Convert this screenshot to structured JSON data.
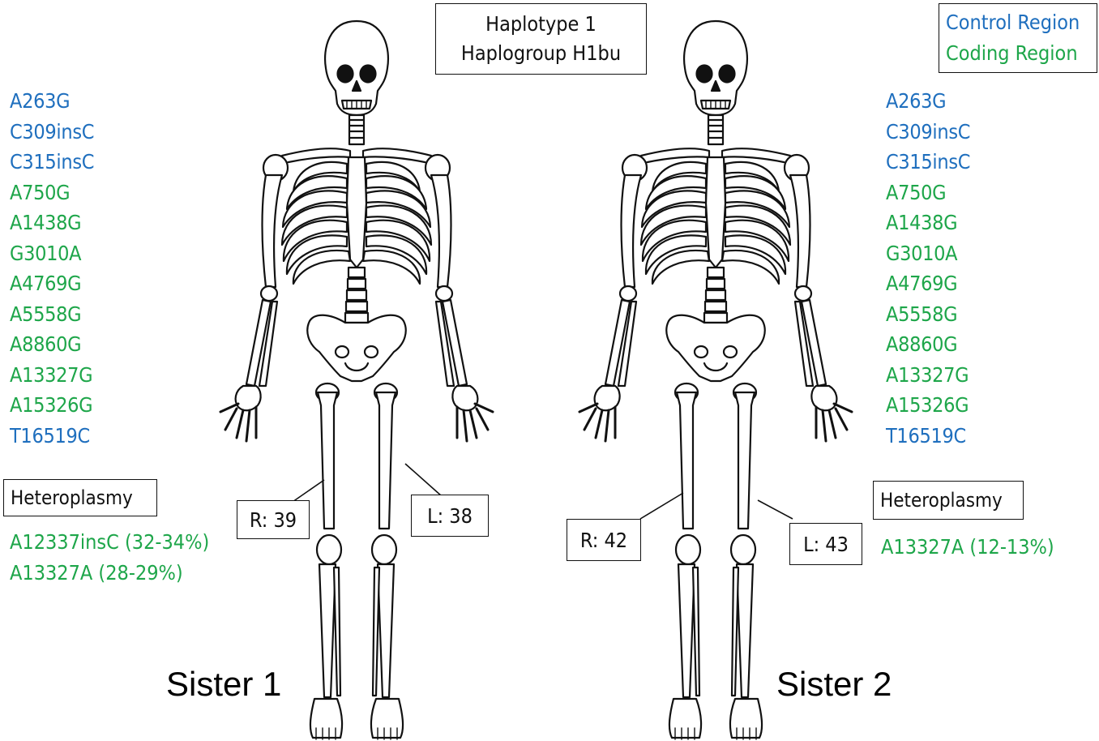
{
  "title": {
    "line1": "Haplotype 1",
    "line2": "Haplogroup H1bu"
  },
  "legend": {
    "control": {
      "label": "Control Region",
      "color": "#1f6fbe"
    },
    "coding": {
      "label": "Coding Region",
      "color": "#1ea64a"
    }
  },
  "sister1": {
    "label": "Sister 1",
    "mutations": [
      {
        "text": "A263G",
        "region": "control"
      },
      {
        "text": "C309insC",
        "region": "control"
      },
      {
        "text": "C315insC",
        "region": "control"
      },
      {
        "text": "A750G",
        "region": "coding"
      },
      {
        "text": "A1438G",
        "region": "coding"
      },
      {
        "text": "G3010A",
        "region": "coding"
      },
      {
        "text": "A4769G",
        "region": "coding"
      },
      {
        "text": "A5558G",
        "region": "coding"
      },
      {
        "text": "A8860G",
        "region": "coding"
      },
      {
        "text": "A13327G",
        "region": "coding"
      },
      {
        "text": "A15326G",
        "region": "coding"
      },
      {
        "text": "T16519C",
        "region": "control"
      }
    ],
    "heteroplasmy_label": "Heteroplasmy",
    "heteroplasmy": [
      "A12337insC (32-34%)",
      "A13327A (28-29%)"
    ],
    "right_leg": "R: 39",
    "left_leg": "L: 38"
  },
  "sister2": {
    "label": "Sister 2",
    "mutations": [
      {
        "text": "A263G",
        "region": "control"
      },
      {
        "text": "C309insC",
        "region": "control"
      },
      {
        "text": "C315insC",
        "region": "control"
      },
      {
        "text": "A750G",
        "region": "coding"
      },
      {
        "text": "A1438G",
        "region": "coding"
      },
      {
        "text": "G3010A",
        "region": "coding"
      },
      {
        "text": "A4769G",
        "region": "coding"
      },
      {
        "text": "A5558G",
        "region": "coding"
      },
      {
        "text": "A8860G",
        "region": "coding"
      },
      {
        "text": "A13327G",
        "region": "coding"
      },
      {
        "text": "A15326G",
        "region": "coding"
      },
      {
        "text": "T16519C",
        "region": "control"
      }
    ],
    "heteroplasmy_label": "Heteroplasmy",
    "heteroplasmy": [
      "A13327A (12-13%)"
    ],
    "right_leg": "R: 42",
    "left_leg": "L: 43"
  }
}
